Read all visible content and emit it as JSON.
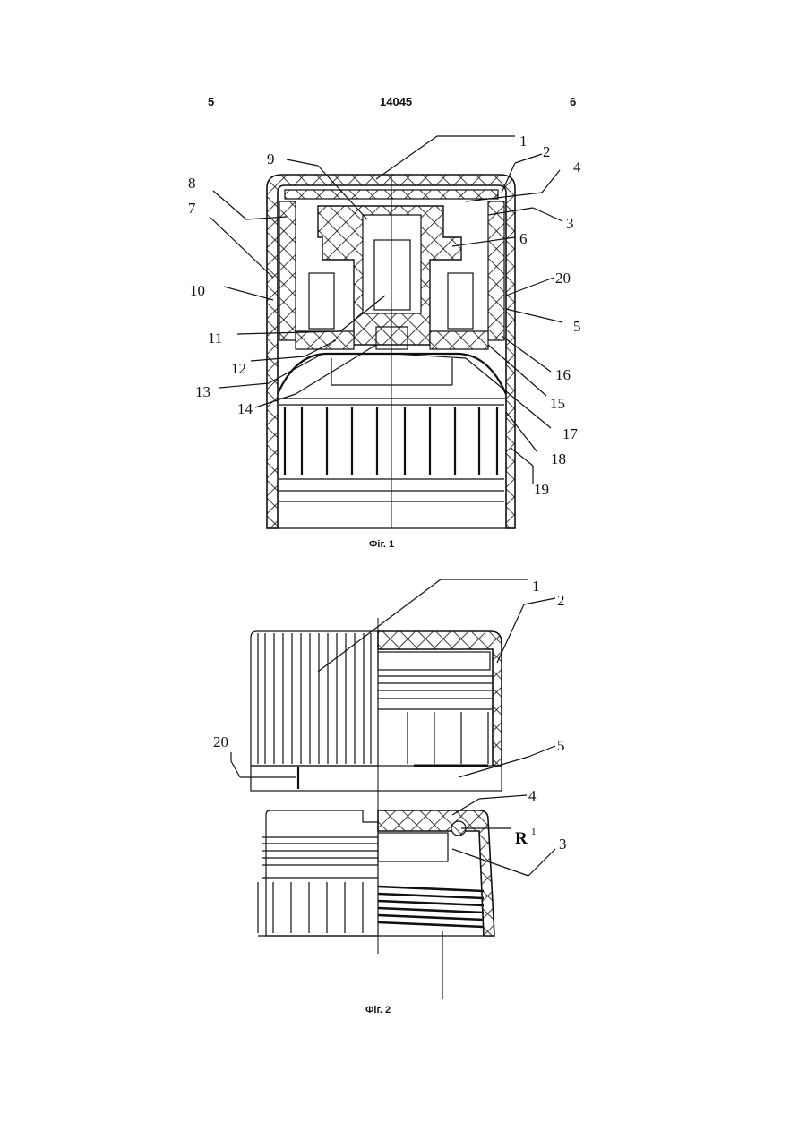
{
  "header": {
    "page_left": "5",
    "doc_number": "14045",
    "page_right": "6"
  },
  "figure1": {
    "caption": "Фіг. 1",
    "labels": [
      "1",
      "2",
      "4",
      "9",
      "8",
      "3",
      "7",
      "6",
      "10",
      "20",
      "5",
      "11",
      "12",
      "16",
      "13",
      "15",
      "14",
      "17",
      "18",
      "19"
    ]
  },
  "figure2": {
    "caption": "Фіг. 2",
    "labels": [
      "1",
      "2",
      "20",
      "5",
      "4",
      "3"
    ],
    "r_label": "R",
    "r_sup": "1"
  }
}
